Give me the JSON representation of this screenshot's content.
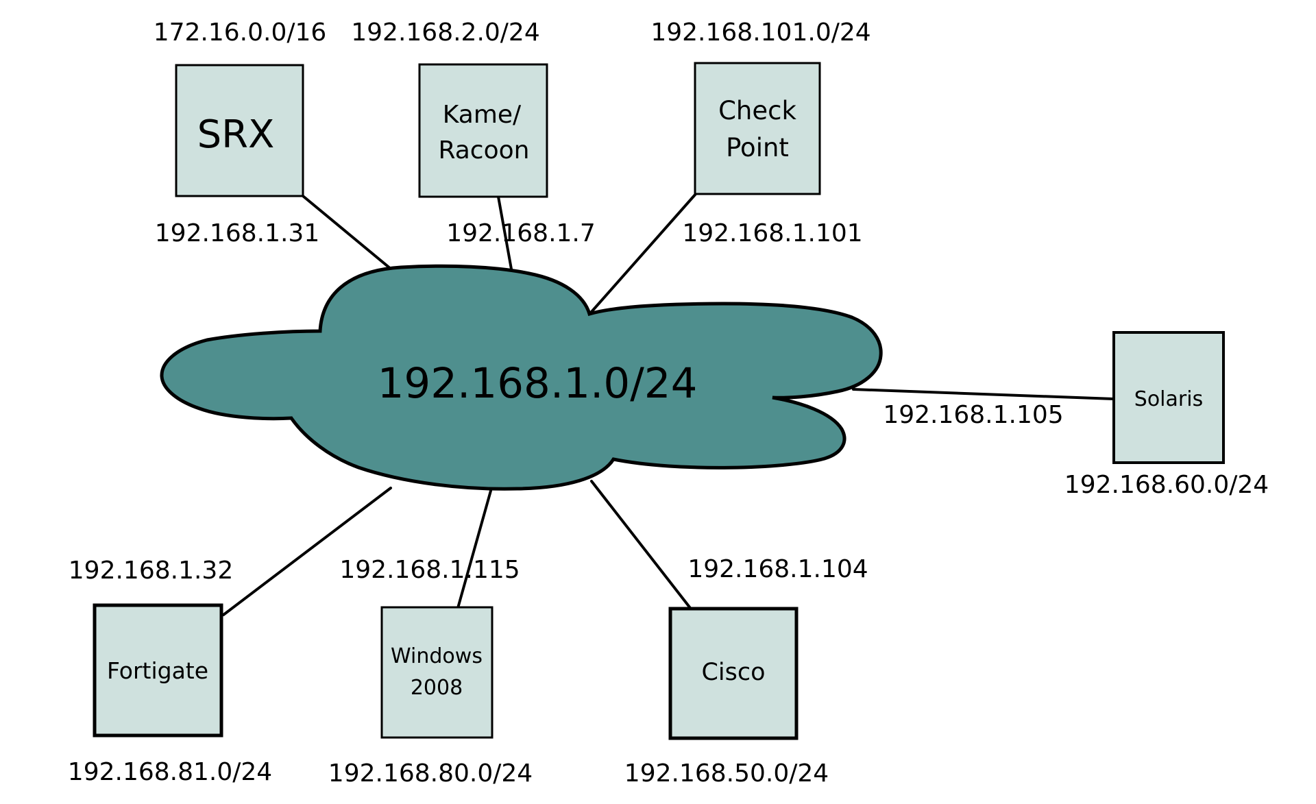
{
  "title": "Network topology diagram",
  "colors": {
    "cloud_fill": "#4f8f8e",
    "node_fill": "#cfe1de",
    "stroke": "#000000",
    "background": "#ffffff"
  },
  "cloud": {
    "label": "192.168.1.0/24"
  },
  "nodes": [
    {
      "id": "srx",
      "label_lines": [
        "SRX"
      ],
      "network": "172.16.0.0/16",
      "interface_ip": "192.168.1.31"
    },
    {
      "id": "kame-racoon",
      "label_lines": [
        "Kame/",
        "Racoon"
      ],
      "network": "192.168.2.0/24",
      "interface_ip": "192.168.1.7"
    },
    {
      "id": "check-point",
      "label_lines": [
        "Check",
        "Point"
      ],
      "network": "192.168.101.0/24",
      "interface_ip": "192.168.1.101"
    },
    {
      "id": "solaris",
      "label_lines": [
        "Solaris"
      ],
      "network": "192.168.60.0/24",
      "interface_ip": "192.168.1.105"
    },
    {
      "id": "fortigate",
      "label_lines": [
        "Fortigate"
      ],
      "network": "192.168.81.0/24",
      "interface_ip": "192.168.1.32"
    },
    {
      "id": "windows-2008",
      "label_lines": [
        "Windows",
        "2008"
      ],
      "network": "192.168.80.0/24",
      "interface_ip": "192.168.1.115"
    },
    {
      "id": "cisco",
      "label_lines": [
        "Cisco"
      ],
      "network": "192.168.50.0/24",
      "interface_ip": "192.168.1.104"
    }
  ]
}
